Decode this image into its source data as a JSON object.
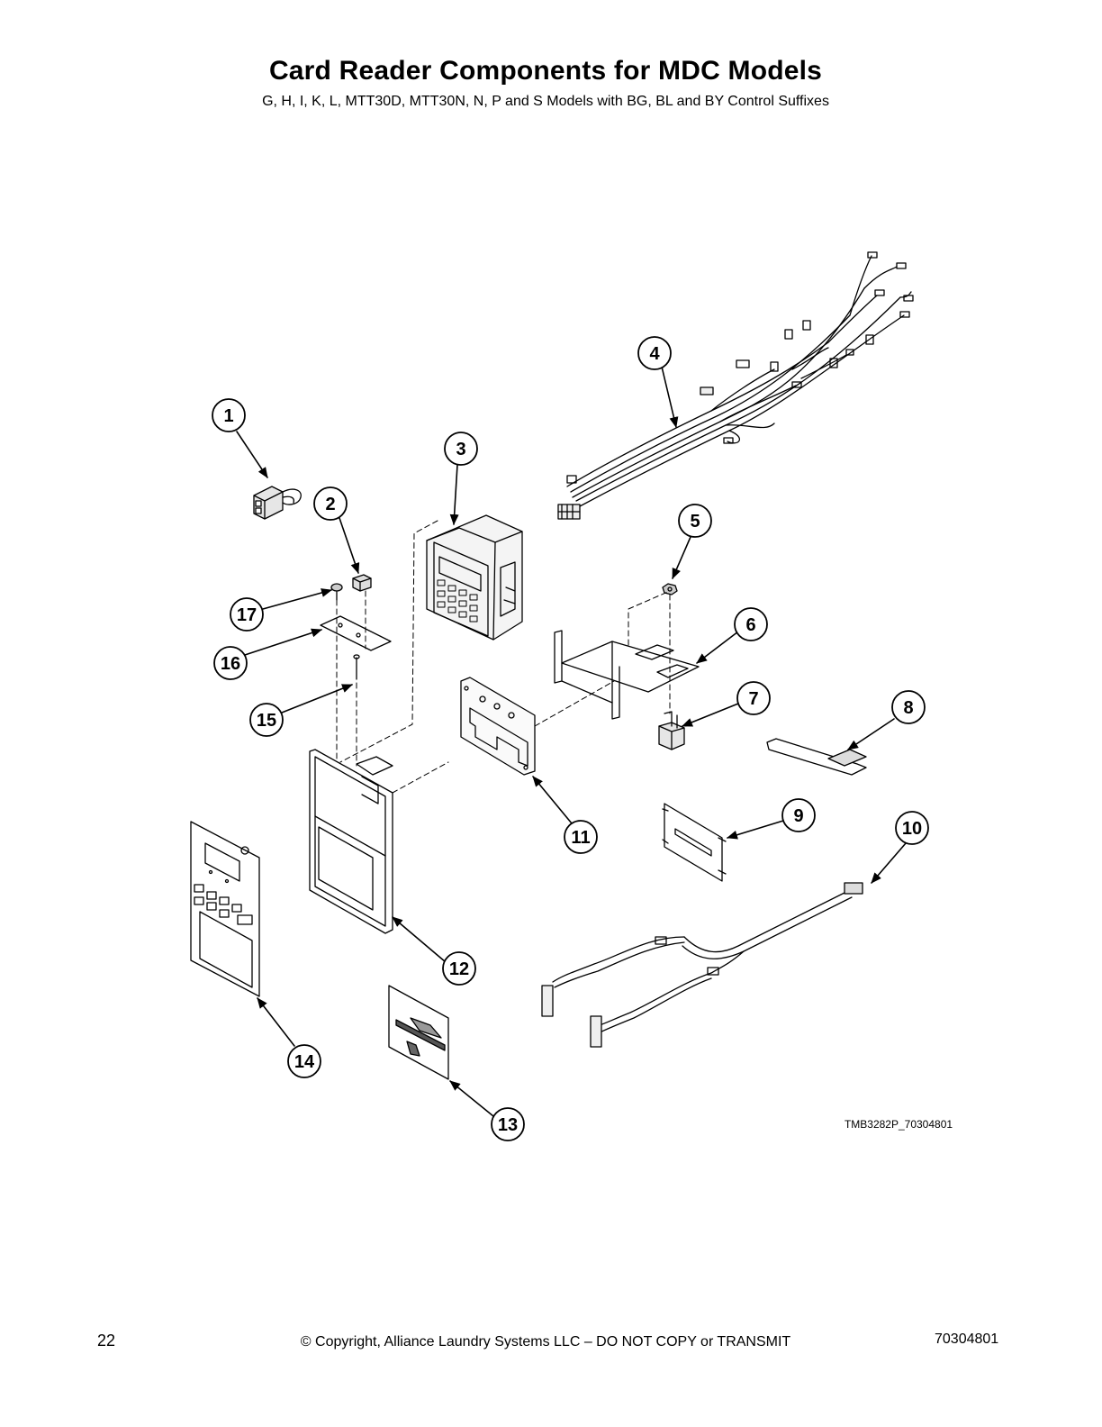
{
  "header": {
    "title": "Card Reader Components for MDC Models",
    "subtitle": "G, H, I, K, L, MTT30D, MTT30N, N, P and S Models with BG, BL and BY Control Suffixes"
  },
  "callouts": [
    "1",
    "2",
    "3",
    "4",
    "5",
    "6",
    "7",
    "8",
    "9",
    "10",
    "11",
    "12",
    "13",
    "14",
    "15",
    "16",
    "17"
  ],
  "figure_id": "TMB3282P_70304801",
  "footer": {
    "page_number": "22",
    "copyright": "© Copyright, Alliance Laundry Systems LLC – DO NOT COPY or TRANSMIT",
    "document_number": "70304801"
  }
}
